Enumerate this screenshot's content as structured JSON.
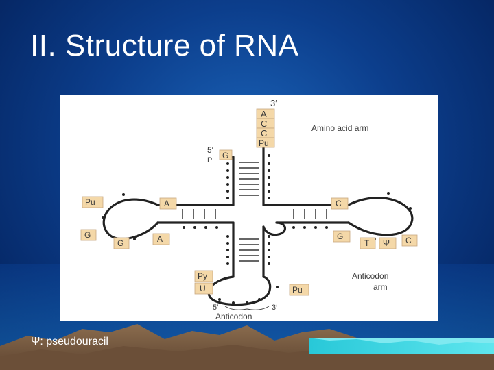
{
  "slide": {
    "title": "II. Structure of RNA",
    "footnote": "Ψ: pseudouracil"
  },
  "diagram": {
    "end_3prime": "3′",
    "end_5prime": "5′",
    "phosphate": "P",
    "acceptor_bases": [
      "A",
      "C",
      "C",
      "Pu"
    ],
    "g_5prime": "G",
    "amino_acid_arm_label": "Amino acid arm",
    "d_loop_bases": {
      "pu": "Pu",
      "a": "A",
      "g_left": "G",
      "g_bottom": "G",
      "a_bottom": "A"
    },
    "t_loop_bases": {
      "c_top": "C",
      "g": "G",
      "t": "T",
      "psi": "Ψ",
      "c_right": "C"
    },
    "anticodon_loop_bases": {
      "py": "Py",
      "u": "U",
      "pu": "Pu"
    },
    "anticodon_arm_label": [
      "Anticodon",
      "arm"
    ],
    "anticodon_5": "5′",
    "anticodon_3": "3′",
    "anticodon_label": "Anticodon"
  },
  "colors": {
    "background_top": "#0c3e8c",
    "box_fill": "#f4d8a8",
    "box_stroke": "#c8a880",
    "strand": "#222222",
    "label_text": "#3a3a3a"
  }
}
